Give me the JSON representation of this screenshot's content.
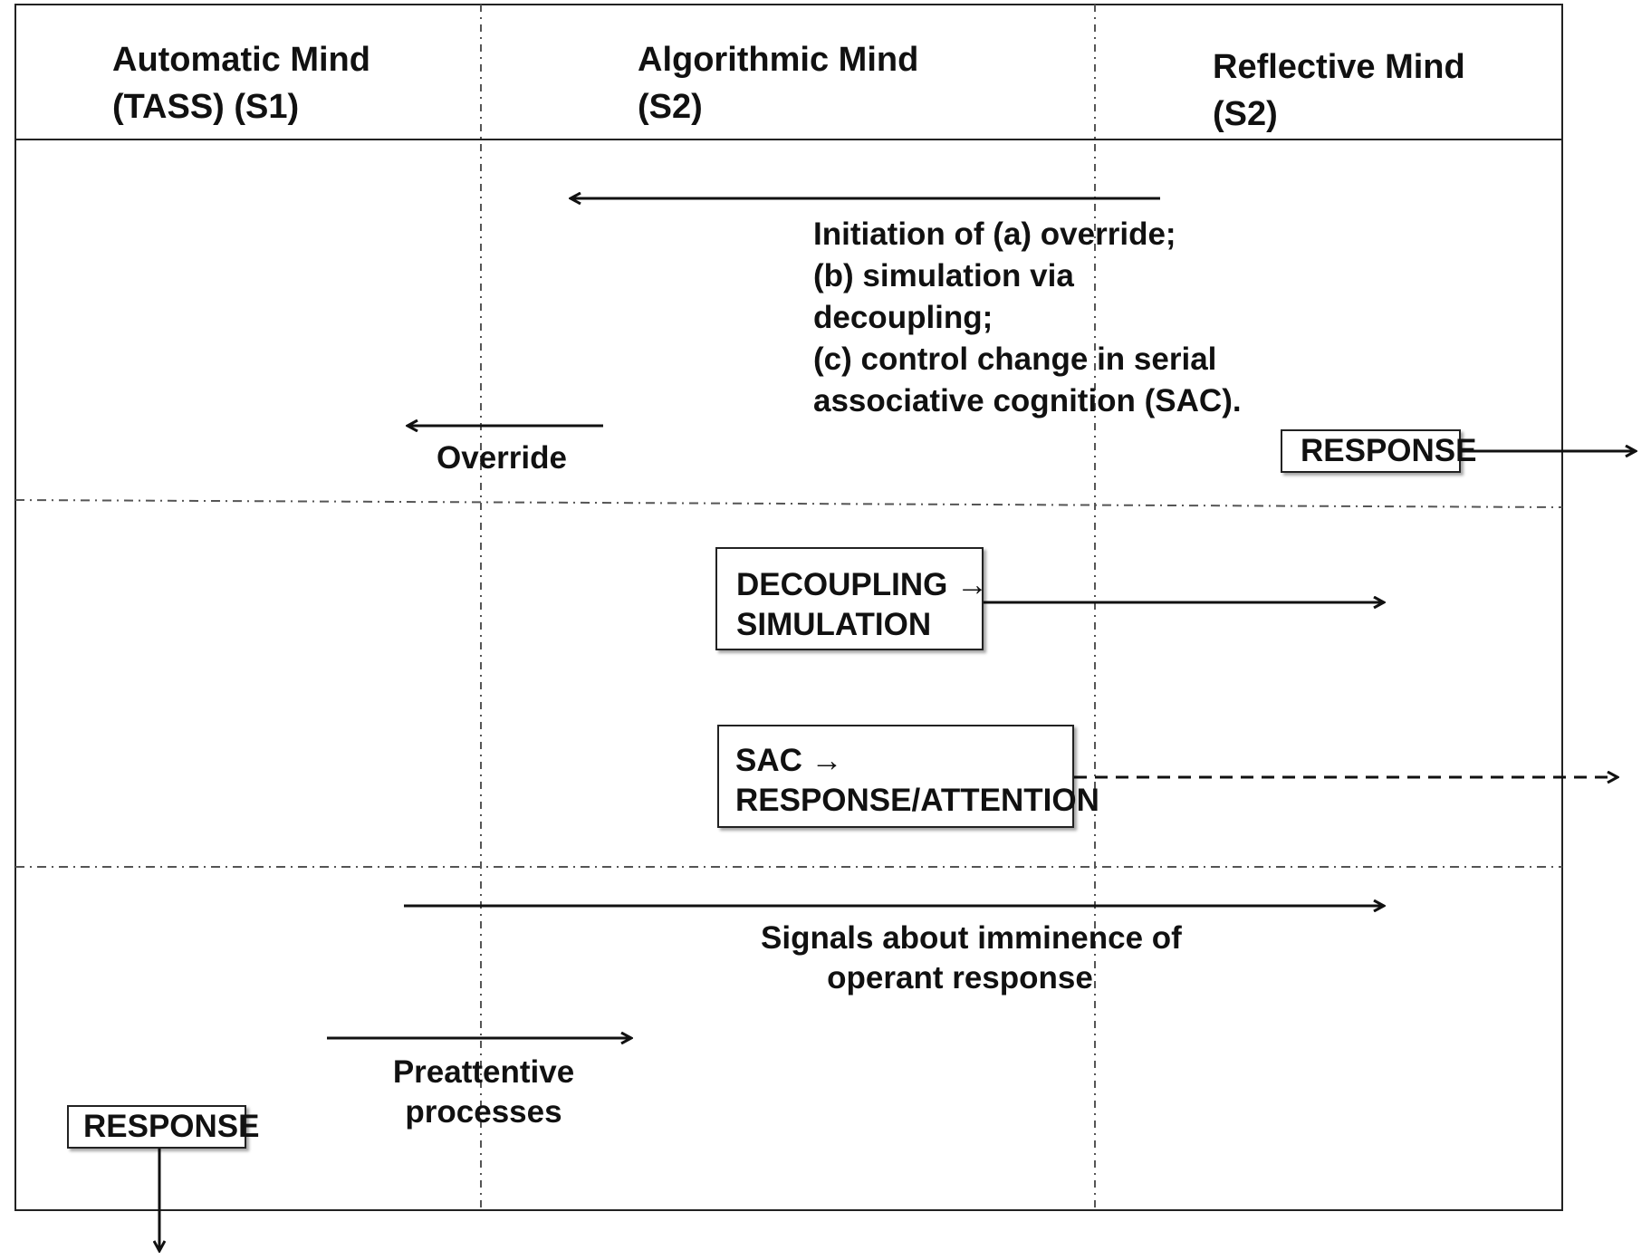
{
  "columns": [
    {
      "title": "Automatic Mind",
      "subtitle": "(TASS) (S1)"
    },
    {
      "title": "Algorithmic Mind",
      "subtitle": "(S2)"
    },
    {
      "title": "Reflective Mind",
      "subtitle": "(S2)"
    }
  ],
  "labels": {
    "initiation": [
      "Initiation of (a) override;",
      "(b) simulation via",
      "decoupling;",
      "(c) control change in serial",
      "associative cognition (SAC)."
    ],
    "override": "Override",
    "signals": [
      "Signals about imminence of",
      "operant response"
    ],
    "preattentive": [
      "Preattentive",
      "processes"
    ]
  },
  "boxes": {
    "response_reflective": "RESPONSE",
    "decoupling": [
      "DECOUPLING →",
      "SIMULATION"
    ],
    "sac": [
      "SAC →",
      "RESPONSE/ATTENTION"
    ],
    "response_automatic": "RESPONSE"
  }
}
